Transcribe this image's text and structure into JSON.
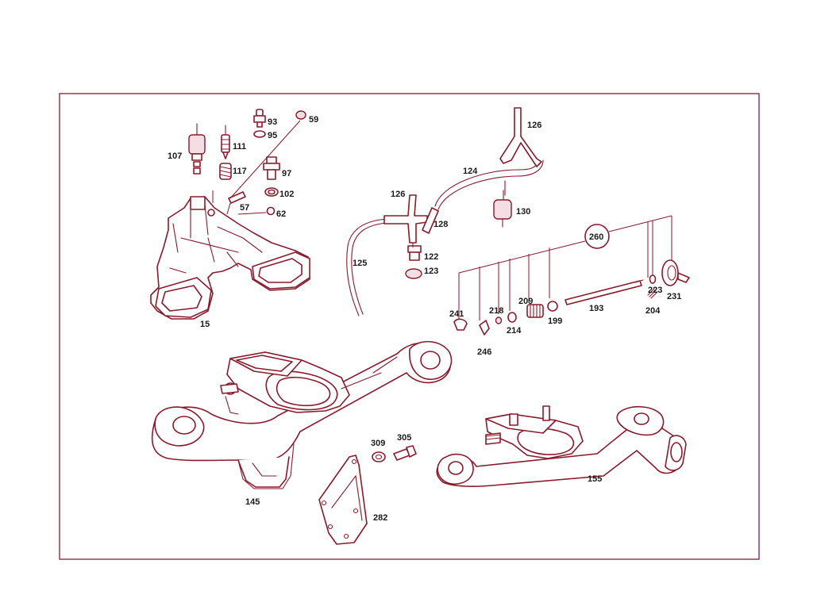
{
  "labels": {
    "p15": "15",
    "p57": "57",
    "p59": "59",
    "p62": "62",
    "p93": "93",
    "p95": "95",
    "p97": "97",
    "p102": "102",
    "p107": "107",
    "p111": "111",
    "p117": "117",
    "p122": "122",
    "p123": "123",
    "p124": "124",
    "p125": "125",
    "p126a": "126",
    "p126b": "126",
    "p128": "128",
    "p130": "130",
    "p145": "145",
    "p155": "155",
    "p193": "193",
    "p199": "199",
    "p204": "204",
    "p209": "209",
    "p214": "214",
    "p218": "218",
    "p223": "223",
    "p231": "231",
    "p241": "241",
    "p246": "246",
    "p260": "260",
    "p282": "282",
    "p305": "305",
    "p309": "309"
  },
  "colors": {
    "line": "#8b1a2b",
    "frame": "#7a0c1e",
    "text": "#1a1a1a"
  }
}
